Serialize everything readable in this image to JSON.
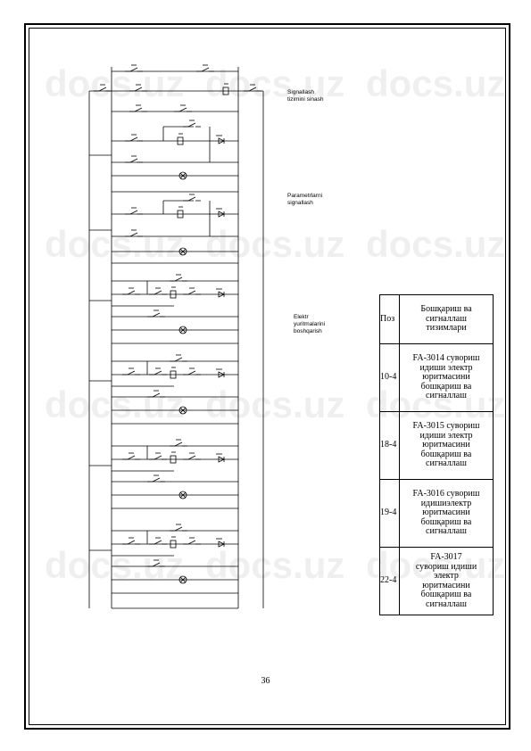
{
  "watermark": "docs.uz",
  "notes": {
    "signal_test": [
      "Signallash",
      "tizimini sinash"
    ],
    "parameter_signal": [
      "Parametrlarni",
      "signallash"
    ],
    "motor_control": [
      "Elektr",
      "yuritmalarini",
      "boshqarish"
    ]
  },
  "table": {
    "header": {
      "pos": "Поз",
      "desc": [
        "Бошқариш ва",
        "сигналлаш",
        "тизимлари"
      ]
    },
    "rows": [
      {
        "pos": "10-4",
        "desc": [
          "FA-3014 сувориш",
          "идиши электр",
          "юритмасини",
          "бошқариш ва",
          "сигналлаш"
        ]
      },
      {
        "pos": "18-4",
        "desc": [
          "FA-3015 сувориш",
          "идиши электр",
          "юритмасини",
          "бошқариш ва",
          "сигналлаш"
        ]
      },
      {
        "pos": "19-4",
        "desc": [
          "FA-3016 сувориш",
          "идишиэлектр",
          "юритмасини",
          "бошқариш ва",
          "сигналлаш"
        ]
      },
      {
        "pos": "22-4",
        "desc": [
          "FA-3017",
          "сувориш идиши",
          "электр",
          "юритмасини",
          "бошқариш ва",
          "сигналлаш"
        ]
      }
    ]
  },
  "page_number": "36"
}
